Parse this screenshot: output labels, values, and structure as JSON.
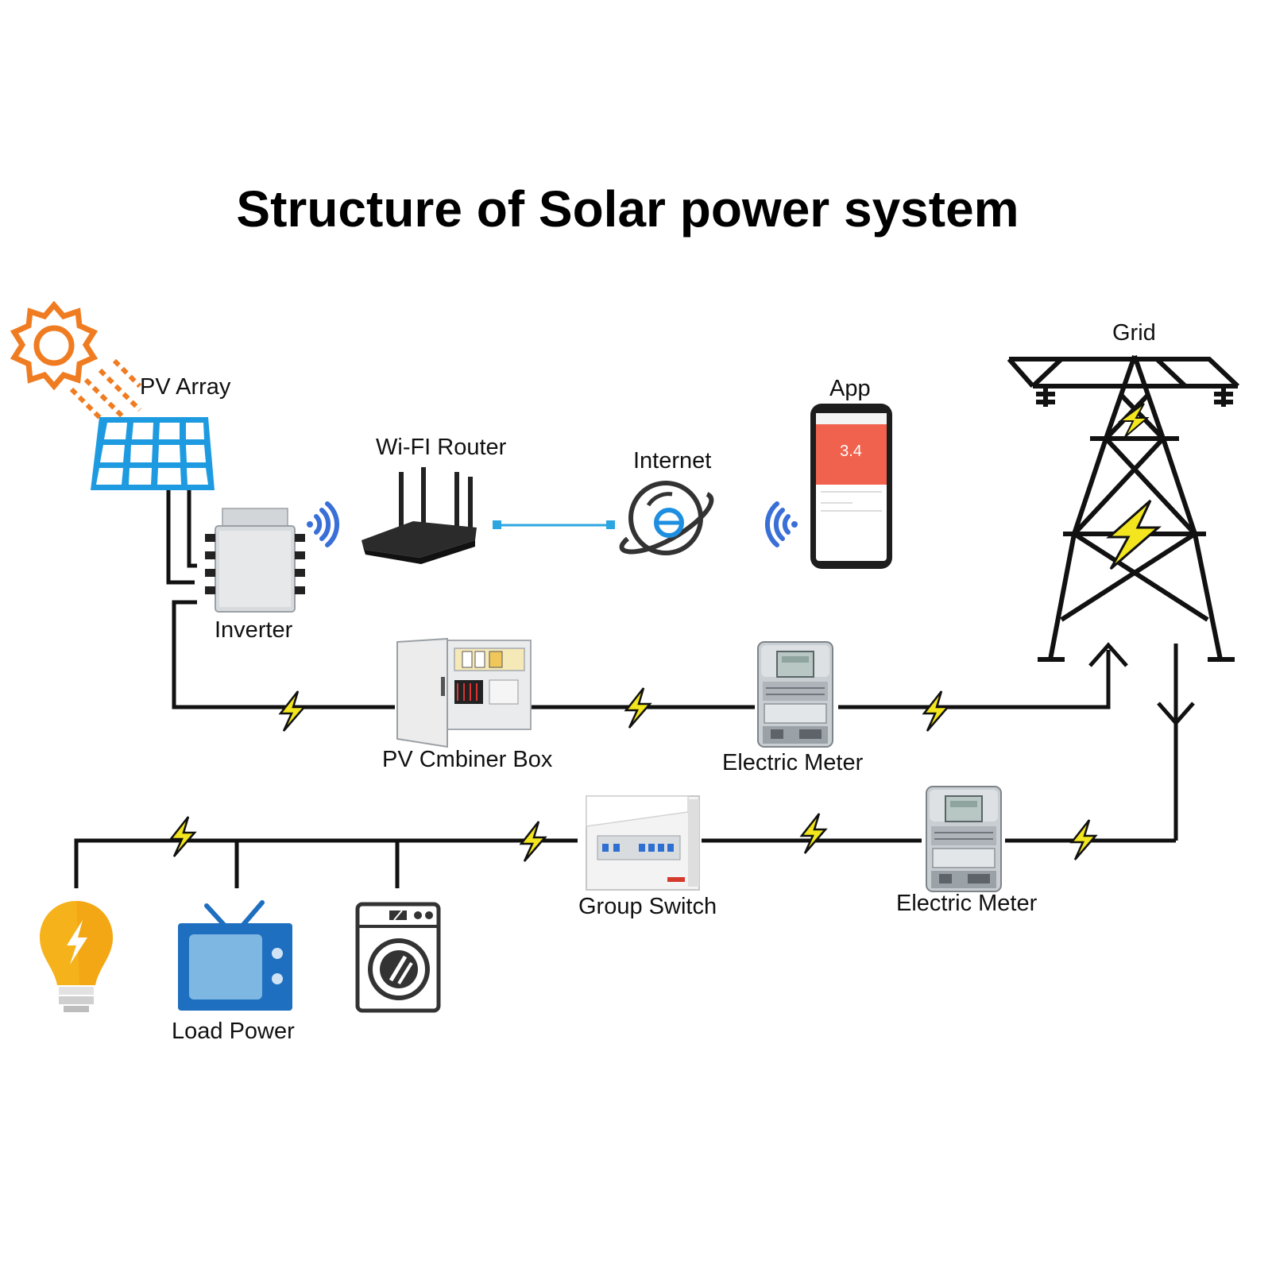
{
  "title": "Structure of Solar power system",
  "labels": {
    "pv_array": "PV Array",
    "inverter": "Inverter",
    "wifi_router": "Wi-FI Router",
    "internet": "Internet",
    "app": "App",
    "grid": "Grid",
    "combiner_box": "PV Cmbiner Box",
    "electric_meter_top": "Electric Meter",
    "group_switch": "Group Switch",
    "electric_meter_bottom": "Electric Meter",
    "load_power": "Load Power"
  },
  "app_screen": {
    "value": "3.4"
  },
  "icons": {
    "sun": "sun-icon",
    "solar_panel": "solar-panel-icon",
    "inverter": "micro-inverter-icon",
    "router": "wifi-router-icon",
    "internet": "internet-globe-icon",
    "phone": "smartphone-icon",
    "tower": "transmission-tower-icon",
    "combiner": "combiner-box-icon",
    "meter": "electric-meter-icon",
    "switch": "breaker-panel-icon",
    "bulb": "light-bulb-icon",
    "tv": "television-icon",
    "washer": "washing-machine-icon",
    "bolt": "lightning-bolt-icon"
  },
  "colors": {
    "sun": "#F07C22",
    "panel": "#1E9BE0",
    "wifi": "#3A6FD8",
    "link": "#2CA6E0",
    "bolt": "#F3E61E",
    "app_header": "#F0624D",
    "tv": "#1E6FC0",
    "bulb": "#F6B21A"
  }
}
